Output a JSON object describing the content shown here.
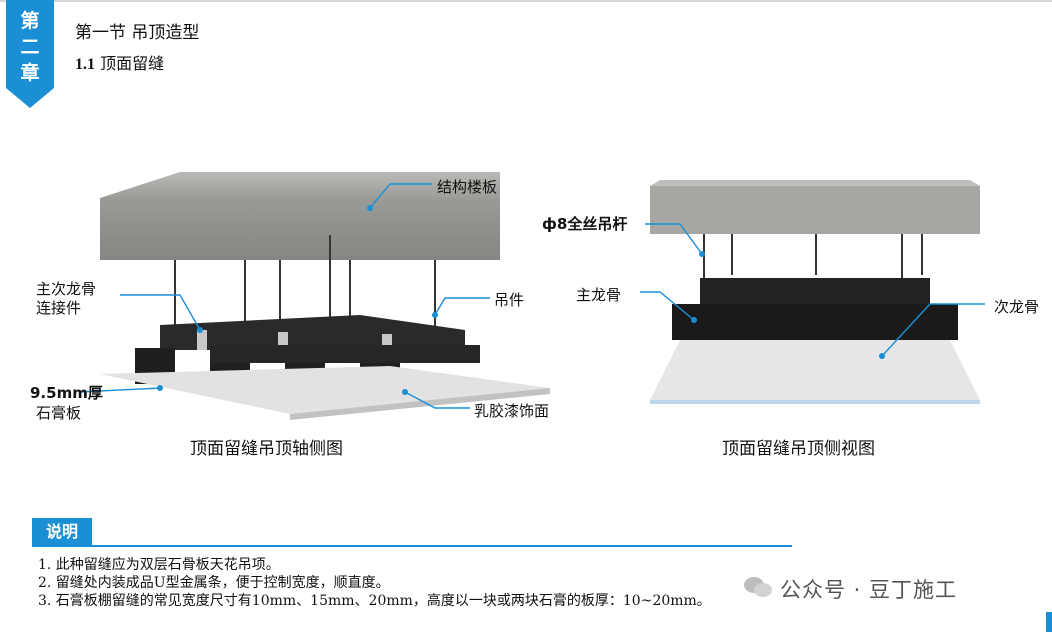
{
  "chapter_badge": [
    "第",
    "二",
    "章"
  ],
  "section_title": "第一节  吊顶造型",
  "subsection": {
    "number": "1.1",
    "title": "顶面留缝"
  },
  "figure_left": {
    "caption": "顶面留缝吊顶轴侧图",
    "labels": {
      "slab": "结构楼板",
      "connector_line1": "主次龙骨",
      "connector_line2": "连接件",
      "hanger": "吊件",
      "board_line1": "9.5mm厚",
      "board_line2": "石膏板",
      "paint": "乳胶漆饰面"
    }
  },
  "figure_right": {
    "caption": "顶面留缝吊顶侧视图",
    "labels": {
      "rod": "ф8全丝吊杆",
      "main_keel": "主龙骨",
      "secondary_keel": "次龙骨"
    }
  },
  "notes": {
    "header": "说明",
    "items": [
      "1. 此种留缝应为双层石骨板天花吊项。",
      "2. 留缝处内装成品U型金属条，便于控制宽度，顺直度。",
      "3. 石膏板棚留缝的常见宽度尺寸有10mm、15mm、20mm，高度以一块或两块石膏的板厚：10~20mm。"
    ]
  },
  "watermark": "公众号 · 豆丁施工",
  "colors": {
    "accent": "#1b8fd6",
    "concrete": "#a9a9a7",
    "steel": "#1f1f1f",
    "board": "#e4e4e4"
  }
}
